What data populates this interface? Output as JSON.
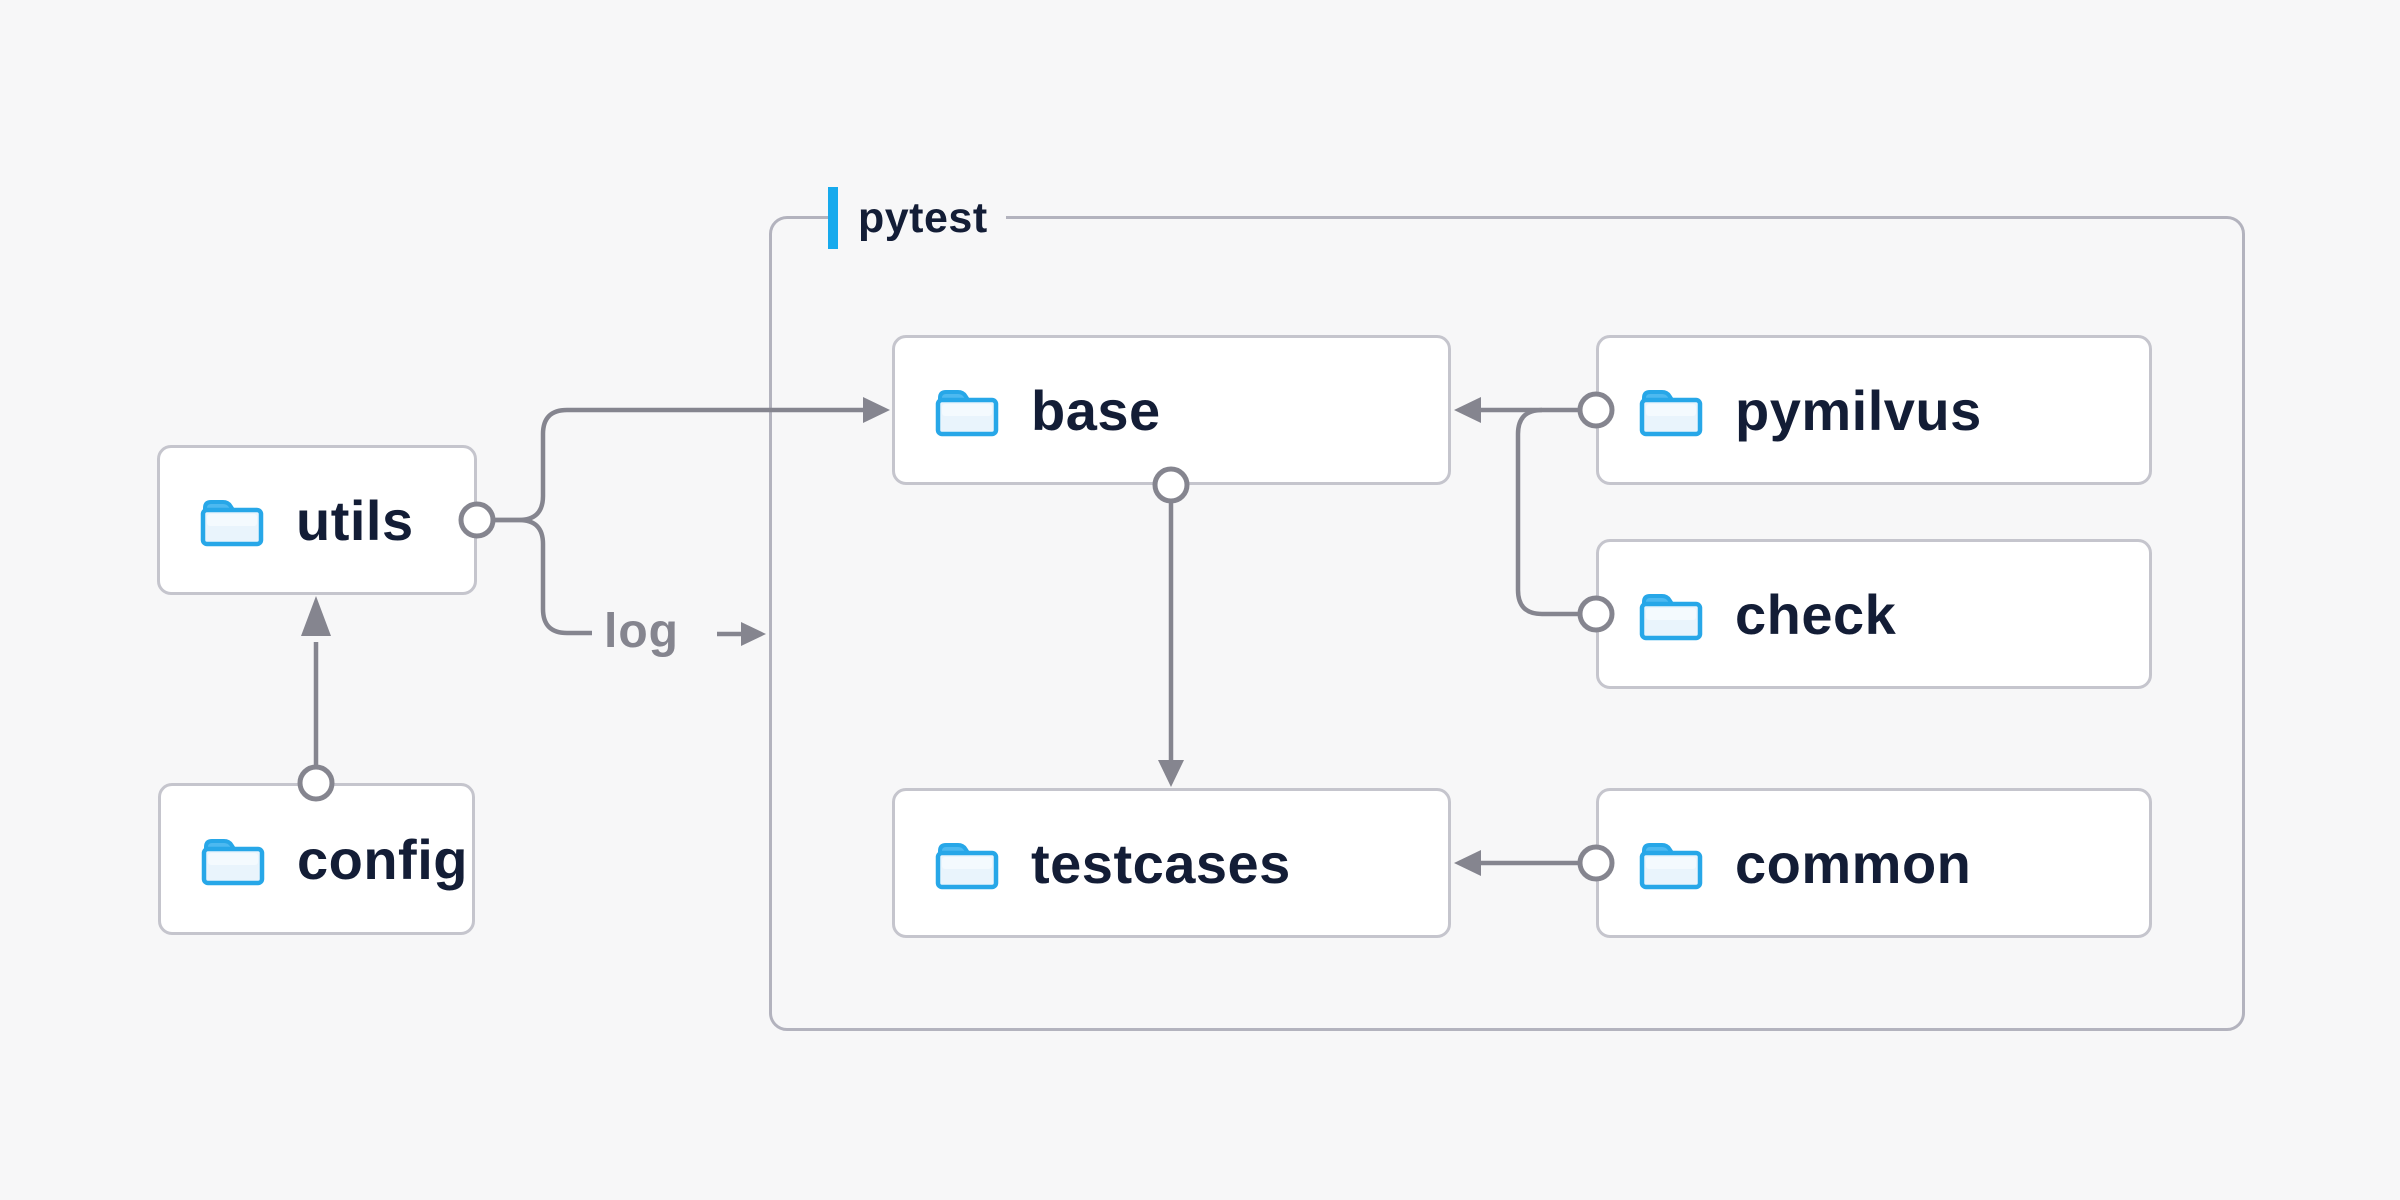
{
  "diagram": {
    "title_group": {
      "label": "pytest"
    },
    "nodes": {
      "utils": {
        "label": "utils"
      },
      "config": {
        "label": "config"
      },
      "base": {
        "label": "base"
      },
      "pymilvus": {
        "label": "pymilvus"
      },
      "check": {
        "label": "check"
      },
      "testcases": {
        "label": "testcases"
      },
      "common": {
        "label": "common"
      }
    },
    "edges": [
      {
        "from": "config",
        "to": "utils"
      },
      {
        "from": "utils",
        "to": "base"
      },
      {
        "from": "utils",
        "to": "log",
        "label": "log"
      },
      {
        "from": "pymilvus",
        "to": "base"
      },
      {
        "from": "check",
        "to": "base"
      },
      {
        "from": "base",
        "to": "testcases"
      },
      {
        "from": "common",
        "to": "testcases"
      }
    ],
    "colors": {
      "background": "#f7f7f8",
      "node_fill": "#ffffff",
      "node_border": "#c5c5cd",
      "group_border": "#b3b3be",
      "accent_blue": "#17aaed",
      "text_dark": "#131d36",
      "wire_gray": "#85858f",
      "folder_stroke": "#27a7e8",
      "folder_tab": "#4db9f0",
      "folder_body": "#e9f4fc"
    }
  }
}
